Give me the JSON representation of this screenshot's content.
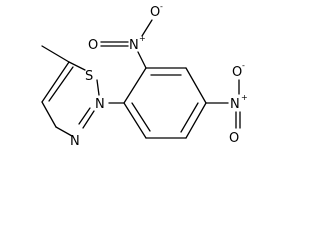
{
  "molecule": {
    "atoms": {
      "sulfur": "S",
      "ring_nitrogen_2": "N",
      "ring_nitrogen_3": "N",
      "nitro_top_n": "N",
      "nitro_top_o_double": "O",
      "nitro_top_o_minus": "O",
      "nitro_top_n_charge": "+",
      "nitro_top_o_charge": "-",
      "nitro_right_n": "N",
      "nitro_right_o_double": "O",
      "nitro_right_o_minus": "O",
      "nitro_right_n_charge": "+",
      "nitro_right_o_charge": "-"
    }
  },
  "colors": {
    "ink": "#000000",
    "background": "#ffffff"
  }
}
